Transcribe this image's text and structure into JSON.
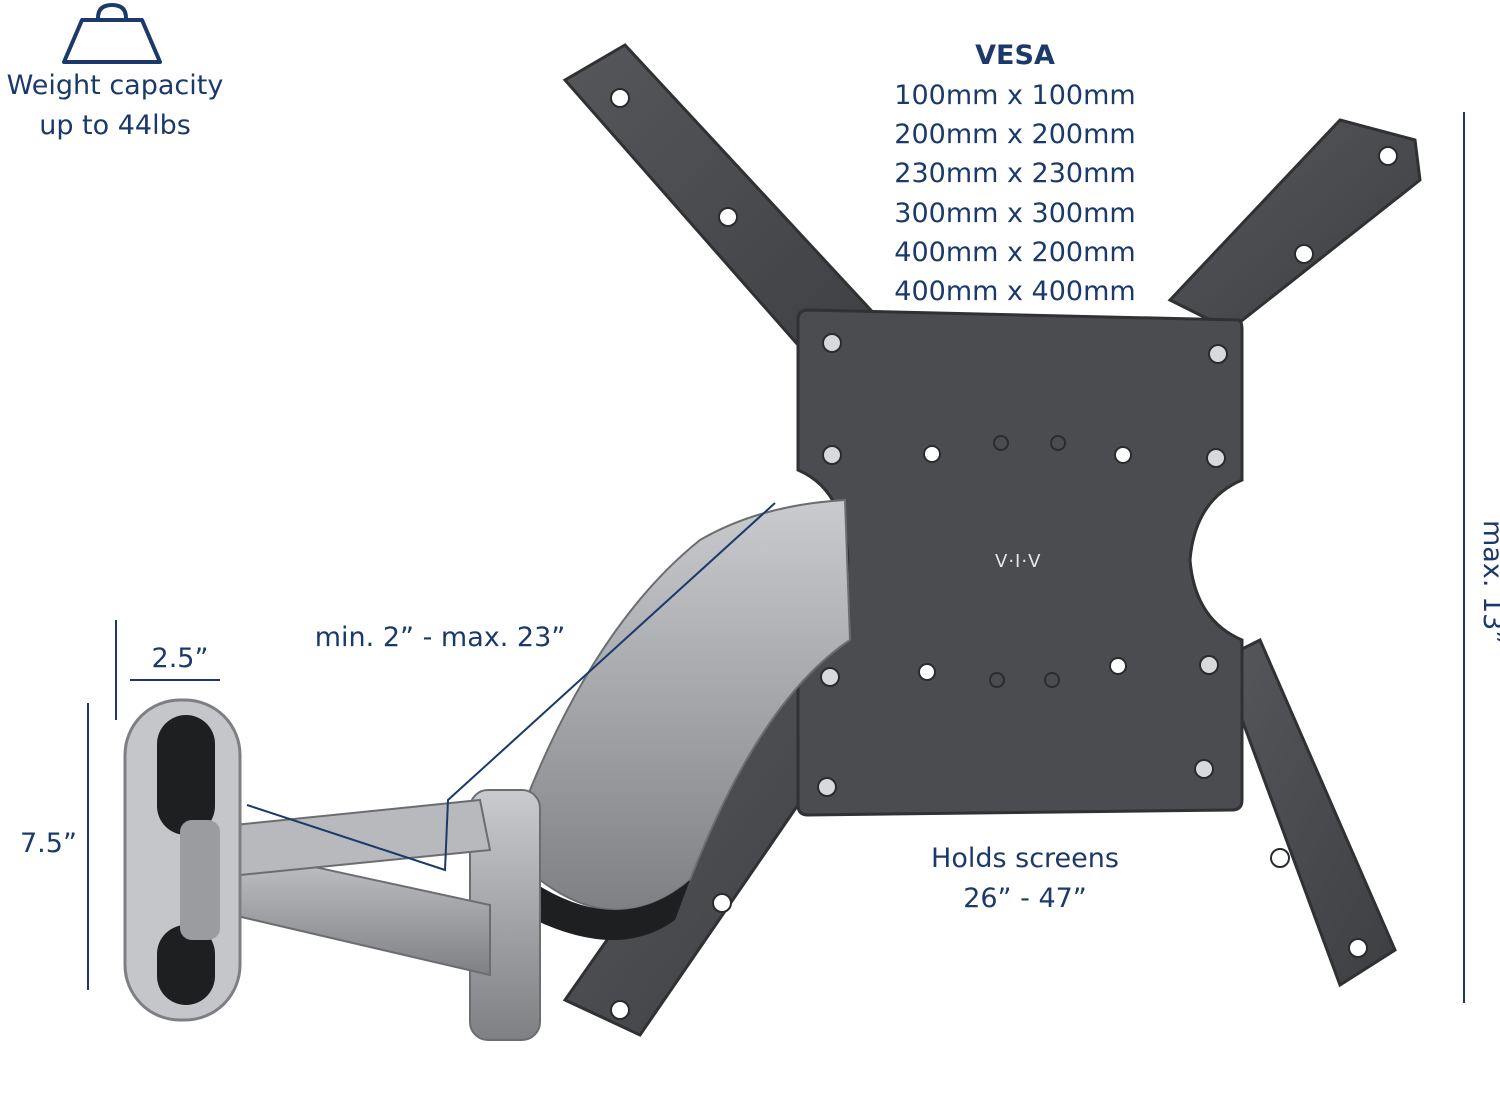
{
  "weight": {
    "icon": "weight-icon",
    "line1": "Weight capacity",
    "line2": "up to 44lbs"
  },
  "vesa": {
    "title": "VESA",
    "sizes": [
      "100mm x 100mm",
      "200mm x 200mm",
      "230mm x 230mm",
      "300mm x 300mm",
      "400mm x 200mm",
      "400mm x 400mm"
    ]
  },
  "dimensions": {
    "width_label": "2.5”",
    "height_label": "7.5”",
    "extension_label": "min. 2” - max. 23”",
    "max_height_label": "max. 13”"
  },
  "screens": {
    "line1": "Holds screens",
    "line2": "26” - 47”"
  },
  "brand": {
    "logo_text": "V·I·V"
  },
  "colors": {
    "text": "#1b3a6b",
    "plate": "#4a4c4f",
    "arm": "#a9abae"
  }
}
